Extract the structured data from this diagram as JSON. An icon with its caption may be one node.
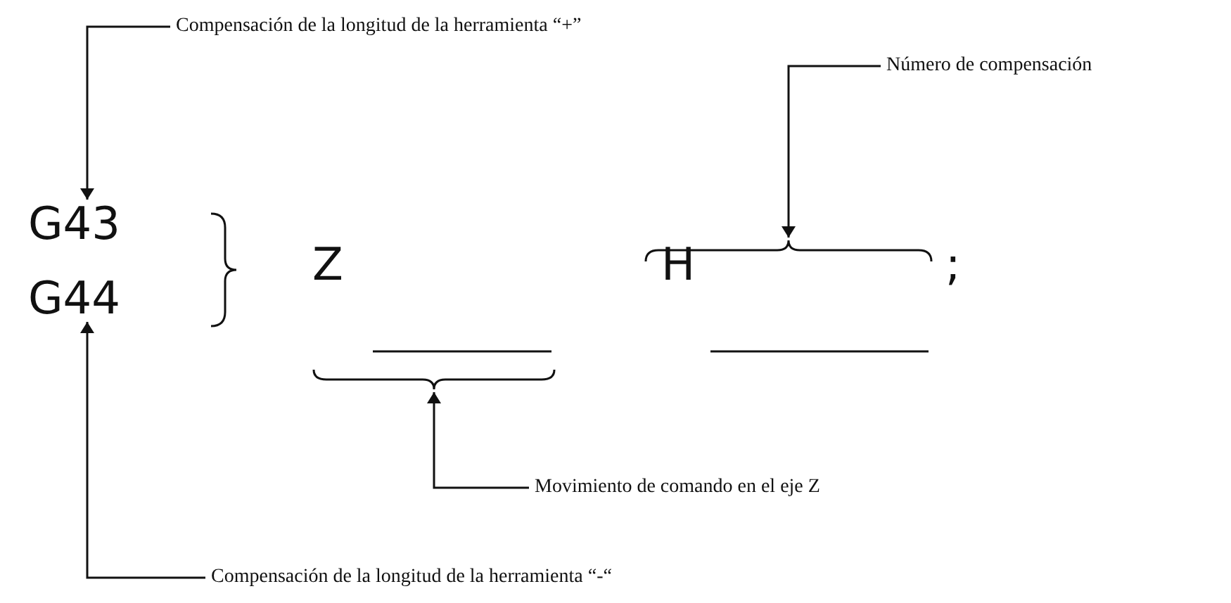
{
  "diagram": {
    "nodes": [
      {
        "text": [
          "Compensación de la longitud de la herramienta “+”"
        ]
      },
      {
        "text": [
          "G43"
        ]
      },
      {
        "text": [
          "Número de compensación"
        ]
      },
      {
        "text": [],
        "shape": "bracket"
      },
      {
        "text": [],
        "shape": "bracket"
      },
      {
        "text": [
          "Movimiento de comando en el eje Z"
        ]
      },
      {
        "text": [
          "G44"
        ]
      },
      {
        "text": [
          "Compensación de la longitud de la herramienta “-“"
        ]
      }
    ],
    "edges": [
      {
        "from": 0,
        "to": 1,
        "arrow": "to"
      },
      {
        "from": 2,
        "to": 3,
        "arrow": "to"
      },
      {
        "from": 5,
        "to": 4,
        "arrow": "to"
      },
      {
        "from": 7,
        "to": 6,
        "arrow": "to"
      }
    ],
    "labels": [
      "Z",
      "H",
      ";"
    ]
  }
}
